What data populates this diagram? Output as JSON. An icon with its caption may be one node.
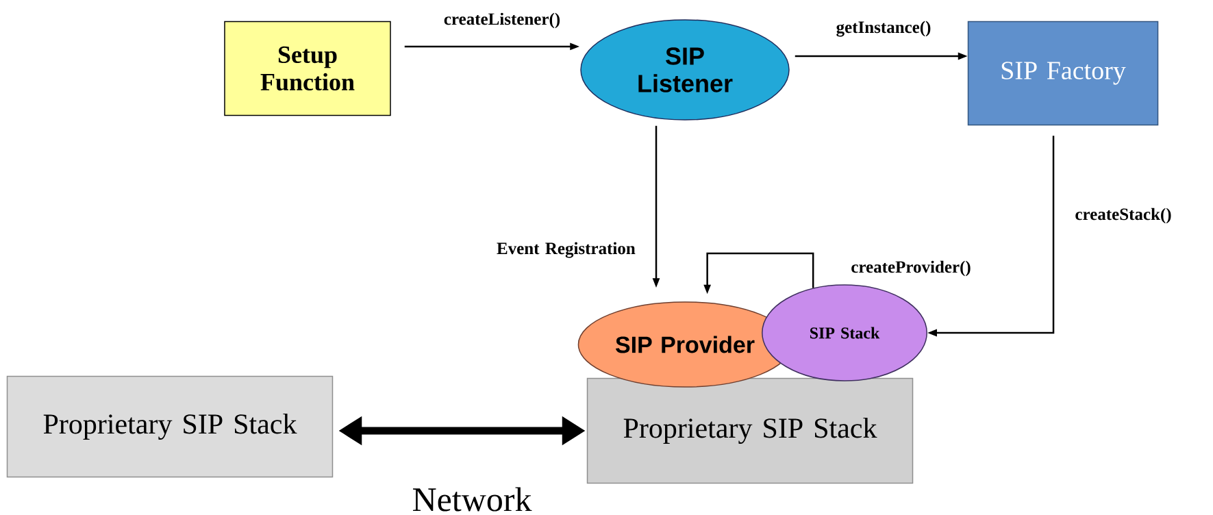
{
  "diagram": {
    "nodes": [
      {
        "text": [
          "Setup Function"
        ]
      },
      {
        "text": [
          "SIP Listener"
        ]
      },
      {
        "text": [
          "SIP Factory"
        ]
      },
      {
        "text": [
          "SIP Provider"
        ]
      },
      {
        "text": [
          "SIP Stack"
        ]
      },
      {
        "text": [
          "Proprietary SIP Stack"
        ]
      },
      {
        "text": [
          "Proprietary SIP Stack"
        ]
      }
    ],
    "edges": [
      {
        "from": 0,
        "to": 1,
        "arrow": "to",
        "label": "createListener()"
      },
      {
        "from": 1,
        "to": 2,
        "arrow": "to",
        "label": "getInstance()"
      },
      {
        "from": 2,
        "to": 4,
        "arrow": "to",
        "label": "createStack()"
      },
      {
        "from": 1,
        "to": 3,
        "arrow": "to",
        "label": "Event Registration"
      },
      {
        "from": 4,
        "to": 3,
        "arrow": "to",
        "label": "createProvider()"
      },
      {
        "from": 6,
        "to": 5,
        "arrow": "both",
        "style": "thick"
      }
    ],
    "labels": [
      "Network"
    ]
  }
}
